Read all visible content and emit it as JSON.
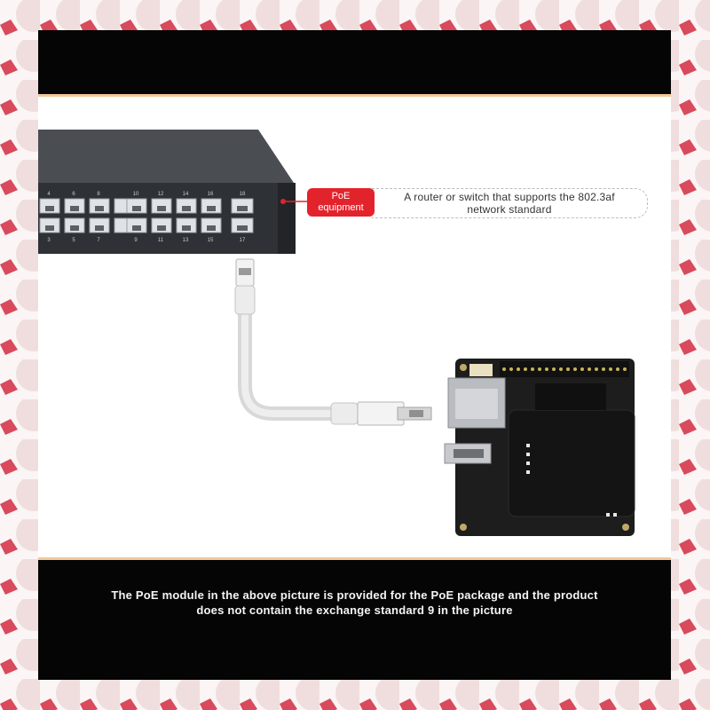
{
  "callout": {
    "tag_line1": "PoE",
    "tag_line2": "equipment",
    "description_line1": "A router or switch that supports the 802.3af",
    "description_line2": "network standard"
  },
  "footer": {
    "line1": "The PoE module in the above picture is provided for the PoE package and the product",
    "line2": "does not contain the exchange standard 9 in the picture"
  },
  "switch_port_labels": {
    "top": [
      "4",
      "6",
      "8",
      "10",
      "12",
      "14",
      "16",
      "18"
    ],
    "bottom": [
      "3",
      "5",
      "7",
      "9",
      "11",
      "13",
      "15",
      "17"
    ]
  },
  "colors": {
    "accent_red": "#e3232b",
    "band": "#050505",
    "band_line": "#f2c79a",
    "switch_body": "#3a3d42",
    "board": "#1a1a1a"
  }
}
